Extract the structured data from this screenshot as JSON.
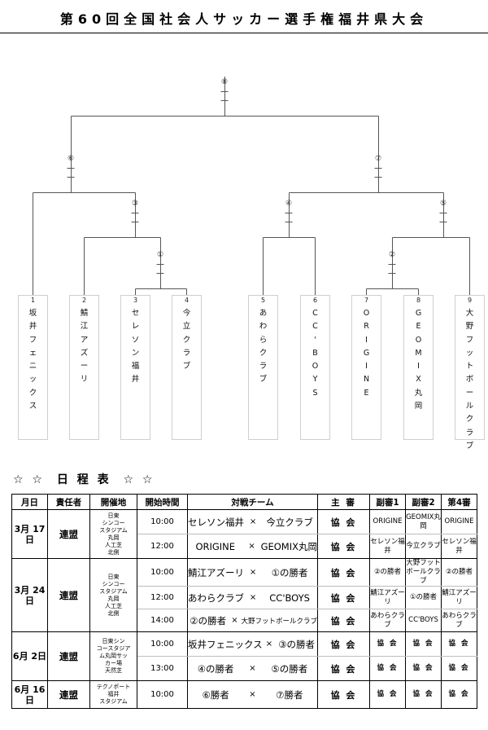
{
  "title": "第60回全国社会人サッカー選手権福井県大会",
  "bracket": {
    "seeds": [
      {
        "no": "1",
        "name": "坂井フェニックス"
      },
      {
        "no": "2",
        "name": "鯖江アズーリ"
      },
      {
        "no": "3",
        "name": "セレソン福井"
      },
      {
        "no": "4",
        "name": "今立クラブ"
      },
      {
        "no": "5",
        "name": "あわらクラブ"
      },
      {
        "no": "6",
        "name": "CC'BOYS"
      },
      {
        "no": "7",
        "name": "ORIGINE"
      },
      {
        "no": "8",
        "name": "GEOMIX丸岡"
      },
      {
        "no": "9",
        "name": "大野フットボールクラブ"
      }
    ],
    "nodes": [
      {
        "id": "1",
        "label": "①"
      },
      {
        "id": "2",
        "label": "②"
      },
      {
        "id": "3",
        "label": "③"
      },
      {
        "id": "4",
        "label": "④"
      },
      {
        "id": "5",
        "label": "⑤"
      },
      {
        "id": "6",
        "label": "⑥"
      },
      {
        "id": "7",
        "label": "⑦"
      },
      {
        "id": "8",
        "label": "⑧"
      }
    ]
  },
  "schedule": {
    "heading_star_left": "☆ ☆",
    "heading_text": "日 程 表",
    "heading_star_right": "☆ ☆",
    "columns": [
      "月日",
      "責任者",
      "開催地",
      "開始時間",
      "対戦チーム",
      "主 審",
      "副審1",
      "副審2",
      "第4審"
    ],
    "days": [
      {
        "date": "3月\n17日",
        "manager": "連盟",
        "venue": "日東\nシンコー\nスタジアム\n丸岡\n人工芝\n北側",
        "matches": [
          {
            "time": "10:00",
            "home": "セレソン福井",
            "vs": "×",
            "away": "今立クラブ",
            "home_small": false,
            "away_small": false,
            "referee": "協 会",
            "ar1": "ORIGINE",
            "ar1_size": "mid",
            "ar2": "GEOMIX丸岡",
            "ar2_size": "tiny",
            "fourth": "ORIGINE",
            "fourth_size": "mid"
          },
          {
            "time": "12:00",
            "home": "ORIGINE",
            "vs": "×",
            "away": "GEOMIX丸岡",
            "home_small": false,
            "away_small": false,
            "referee": "協 会",
            "ar1": "セレソン福井",
            "ar1_size": "small",
            "ar2": "今立クラブ",
            "ar2_size": "mid",
            "fourth": "セレソン福井",
            "fourth_size": "small"
          }
        ]
      },
      {
        "date": "3月\n24日",
        "manager": "連盟",
        "venue": "日東\nシンコー\nスタジアム\n丸岡\n人工芝\n北側",
        "matches": [
          {
            "time": "10:00",
            "home": "鯖江アズーリ",
            "vs": "×",
            "away": "①の勝者",
            "home_small": false,
            "away_small": false,
            "referee": "協 会",
            "ar1": "②の勝者",
            "ar1_size": "mid",
            "ar2": "大野フットボールクラブ",
            "ar2_size": "tiny",
            "fourth": "②の勝者",
            "fourth_size": "mid"
          },
          {
            "time": "12:00",
            "home": "あわらクラブ",
            "vs": "×",
            "away": "CC'BOYS",
            "home_small": false,
            "away_small": false,
            "referee": "協 会",
            "ar1": "鯖江アズーリ",
            "ar1_size": "small",
            "ar2": "①の勝者",
            "ar2_size": "mid",
            "fourth": "鯖江アズーリ",
            "fourth_size": "small"
          },
          {
            "time": "14:00",
            "home": "②の勝者",
            "vs": "×",
            "away": "大野フットボールクラブ",
            "home_small": false,
            "away_small": true,
            "referee": "協 会",
            "ar1": "あわらクラブ",
            "ar1_size": "small",
            "ar2": "CC'BOYS",
            "ar2_size": "mid",
            "fourth": "あわらクラブ",
            "fourth_size": "small"
          }
        ]
      },
      {
        "date": "6月\n2日",
        "manager": "連盟",
        "venue": "日東シン\nコースタジア\nム丸岡サッ\nカー場\n天然芝",
        "matches": [
          {
            "time": "10:00",
            "home": "坂井フェニックス",
            "vs": "×",
            "away": "③の勝者",
            "home_small": false,
            "away_small": false,
            "referee": "協 会",
            "ar1": "協 会",
            "ar1_size": "big",
            "ar2": "協 会",
            "ar2_size": "big",
            "fourth": "協 会",
            "fourth_size": "big"
          },
          {
            "time": "13:00",
            "home": "④の勝者",
            "vs": "×",
            "away": "⑤の勝者",
            "home_small": false,
            "away_small": false,
            "referee": "協 会",
            "ar1": "協 会",
            "ar1_size": "big",
            "ar2": "協 会",
            "ar2_size": "big",
            "fourth": "協 会",
            "fourth_size": "big"
          }
        ]
      },
      {
        "date": "6月\n16日",
        "manager": "連盟",
        "venue": "テクノポート\n福井\nスタジアム",
        "matches": [
          {
            "time": "10:00",
            "home": "⑥勝者",
            "vs": "×",
            "away": "⑦勝者",
            "home_small": false,
            "away_small": false,
            "referee": "協 会",
            "ar1": "協 会",
            "ar1_size": "big",
            "ar2": "協 会",
            "ar2_size": "big",
            "fourth": "協 会",
            "fourth_size": "big"
          }
        ]
      }
    ]
  }
}
